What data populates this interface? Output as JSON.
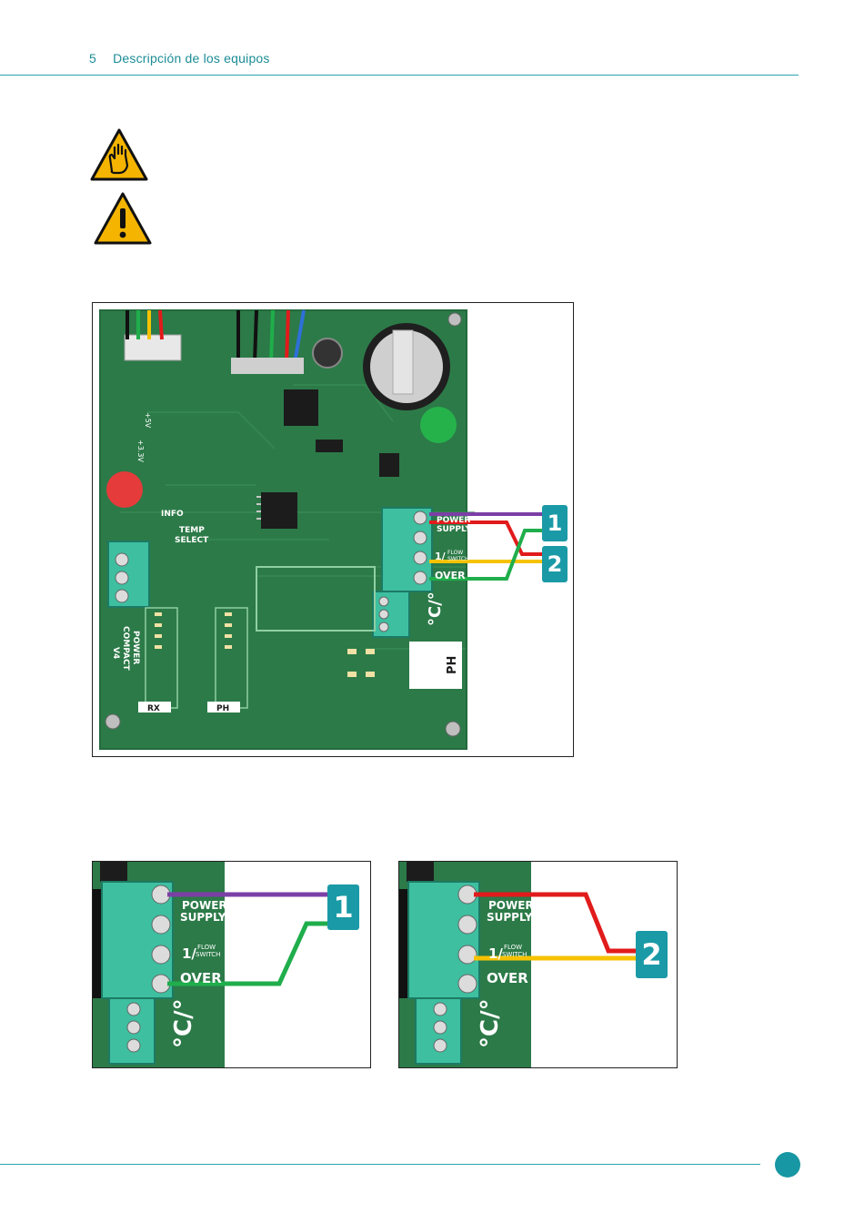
{
  "header": {
    "section_number": "5",
    "section_title": "Descripción de los equipos"
  },
  "board_labels": {
    "power_supply_line1": "POWER",
    "power_supply_line2": "SUPPLY",
    "flow_switch_main": "1/",
    "flow_switch_line1": "FLOW",
    "flow_switch_line2": "SWITCH",
    "over": "OVER",
    "temp_unit": "°C/°",
    "info": "INFO",
    "temp_select_line1": "TEMP",
    "temp_select_line2": "SELECT",
    "model_line1": "POWER",
    "model_line2": "COMPACT",
    "model_line3": "V4",
    "rx": "RX",
    "ph_small": "PH",
    "ph_big": "PH",
    "v5": "+5V",
    "v33": "+3.3V"
  },
  "callouts": {
    "one": "1",
    "two": "2"
  },
  "colors": {
    "accent": "#1a9aa6",
    "wire_purple": "#7b3fa6",
    "wire_red": "#e11b1b",
    "wire_green": "#1fae4b",
    "wire_yellow": "#f6c200",
    "pcb_green": "#2c7a48",
    "terminal_green": "#3dbfa0"
  },
  "icons": [
    "hand-warning-icon",
    "exclamation-warning-icon",
    "page-number-dot"
  ]
}
